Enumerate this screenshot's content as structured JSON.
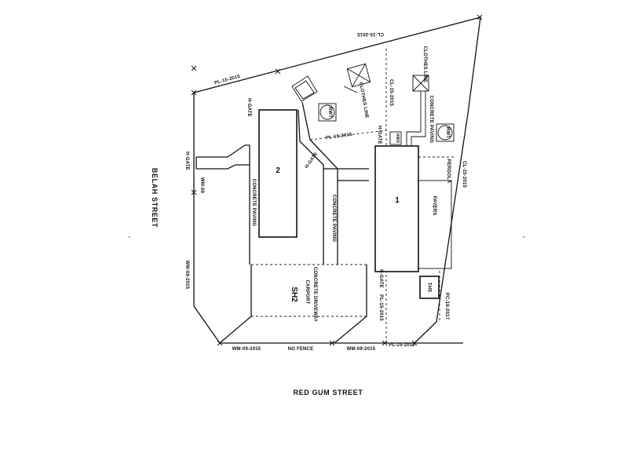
{
  "streets": {
    "belah": "BELAH STREET",
    "red_gum": "RED GUM STREET"
  },
  "buildings": {
    "unit_1": "1",
    "unit_2": "2",
    "shed_1": "SH1",
    "shed_2": "SH2"
  },
  "labels": {
    "carport": "CARPORT",
    "concrete_driveway": "CONCRETE DRIVEWAY",
    "concrete_paving_left": "CONCRETE PAVING",
    "concrete_paving_mid": "CONCRETE PAVING",
    "concrete_paving_top": "CONCRETE PAVING",
    "pavers": "PAVERS",
    "pergola": "PERGOLA",
    "clothes_line_left": "CLOTHES LINE",
    "clothes_line_right": "CLOTHES LINE",
    "rwt_left": "RWT",
    "rwt_right": "RWT",
    "hws": "HWS",
    "no_fence": "NO FENCE"
  },
  "gates": {
    "top_left": "H-GATE",
    "left": "H-GATE",
    "middle": "H-GATE",
    "top_right": "H-GATE",
    "bottom_right": "H-GATE"
  },
  "fence_codes": {
    "top_right_corner": "CL-15-2015",
    "top_boundary": "PL-15-2015",
    "top_middle": "CL-15-2015",
    "middle_diagonal": "PL-15-2015",
    "left_upper": "WM-09",
    "left_lower": "WM-09-2015",
    "bottom_left": "WM-09-2015",
    "bottom_middle": "WM-09-2015",
    "bottom_right": "PL-15-2015",
    "right_vertical": "PL-15-2015",
    "right_upper": "CL-15-2015",
    "right_lower": "PC-18-2017"
  }
}
